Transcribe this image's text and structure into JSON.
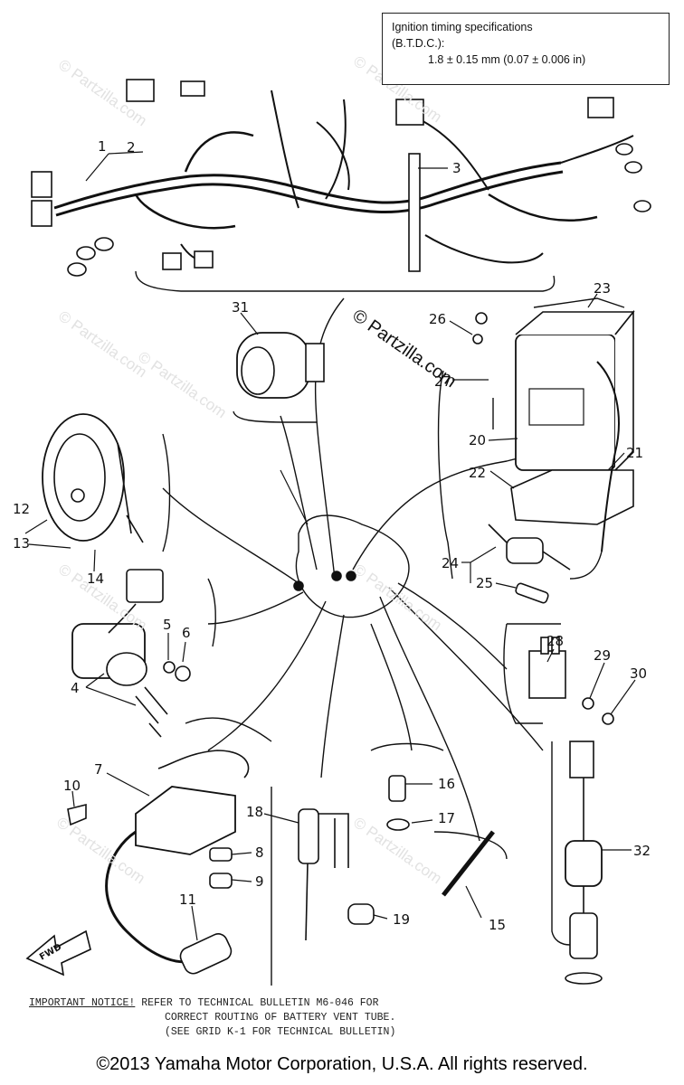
{
  "spec_box": {
    "line1": "Ignition timing specifications",
    "line2": "(B.T.D.C.):",
    "line3": "1.8 ± 0.15 mm (0.07 ± 0.006 in)"
  },
  "watermark": {
    "main": "© Partzilla.com",
    "faint": "© Partzilla.com"
  },
  "callouts": [
    "1",
    "2",
    "3",
    "4",
    "5",
    "6",
    "7",
    "8",
    "9",
    "10",
    "11",
    "12",
    "13",
    "14",
    "15",
    "16",
    "17",
    "18",
    "19",
    "20",
    "21",
    "22",
    "23",
    "24",
    "25",
    "26",
    "27",
    "28",
    "29",
    "30",
    "31",
    "32"
  ],
  "fwd_label": "FWD",
  "notice": {
    "lead": "IMPORTANT NOTICE!",
    "line1": " REFER TO TECHNICAL BULLETIN M6-046 FOR",
    "line2": "CORRECT ROUTING OF BATTERY VENT TUBE.",
    "line3": "(SEE GRID K-1 FOR TECHNICAL BULLETIN)"
  },
  "copyright": "©2013 Yamaha Motor Corporation, U.S.A. All rights reserved."
}
